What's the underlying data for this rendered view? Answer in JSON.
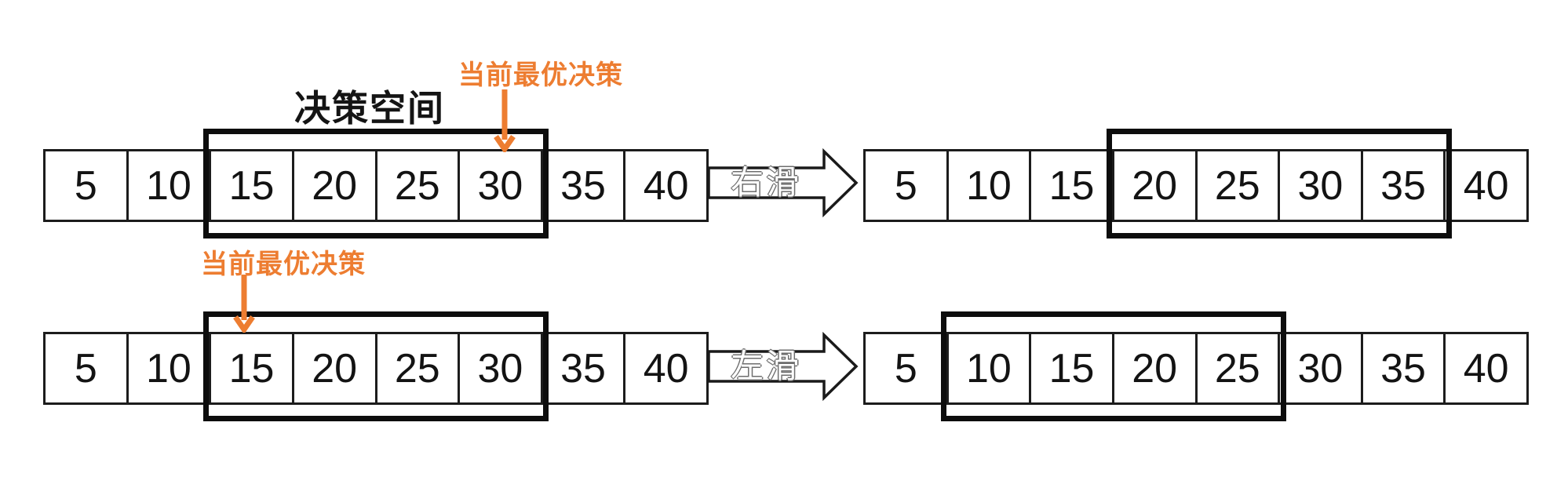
{
  "colors": {
    "accent_orange": "#ED7D31",
    "line_black": "#1C1C1C",
    "background": "#FFFFFF"
  },
  "rows": [
    {
      "name": "slide-right-step",
      "left_array": {
        "values": [
          "5",
          "10",
          "15",
          "20",
          "25",
          "30",
          "35",
          "40"
        ]
      },
      "left_window": {
        "label": "决策空间",
        "start_index": 2,
        "end_index": 5,
        "covered_values": [
          "15",
          "20",
          "25",
          "30"
        ]
      },
      "pointer": {
        "label": "当前最优决策",
        "points_to_value": "30"
      },
      "transition": {
        "label": "右滑",
        "direction": "right"
      },
      "right_array": {
        "values": [
          "5",
          "10",
          "15",
          "20",
          "25",
          "30",
          "35",
          "40"
        ]
      },
      "right_window": {
        "start_index": 3,
        "end_index": 6,
        "covered_values": [
          "20",
          "25",
          "30",
          "35"
        ]
      }
    },
    {
      "name": "slide-left-step",
      "left_array": {
        "values": [
          "5",
          "10",
          "15",
          "20",
          "25",
          "30",
          "35",
          "40"
        ]
      },
      "left_window": {
        "start_index": 2,
        "end_index": 5,
        "covered_values": [
          "15",
          "20",
          "25",
          "30"
        ]
      },
      "pointer": {
        "label": "当前最优决策",
        "points_to_value": "15"
      },
      "transition": {
        "label": "左滑",
        "direction": "left"
      },
      "right_array": {
        "values": [
          "5",
          "10",
          "15",
          "20",
          "25",
          "30",
          "35",
          "40"
        ]
      },
      "right_window": {
        "start_index": 1,
        "end_index": 4,
        "covered_values": [
          "10",
          "15",
          "20",
          "25"
        ]
      }
    }
  ]
}
